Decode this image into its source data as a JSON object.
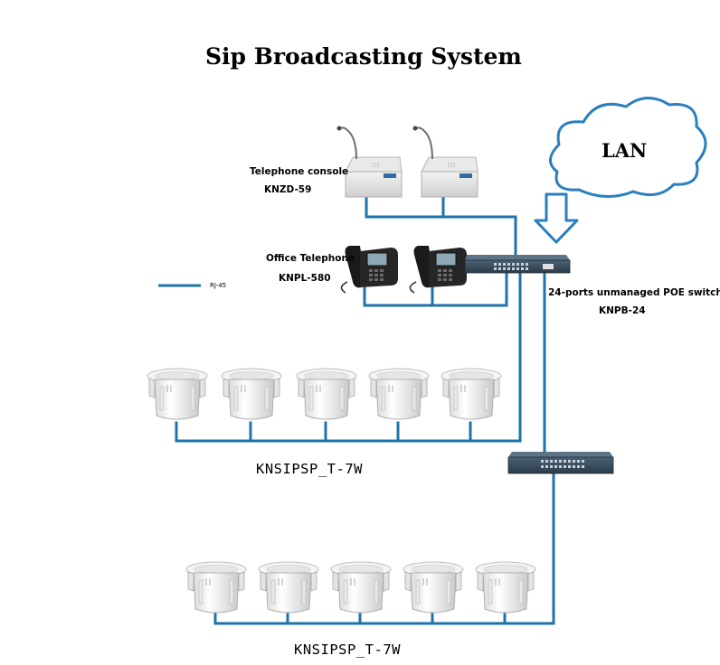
{
  "title": "Sip Broadcasting System",
  "lan": {
    "label": "LAN"
  },
  "legend": {
    "label": "RJ-45"
  },
  "console": {
    "label": "Telephone console",
    "model": "KNZD-59"
  },
  "phone": {
    "label": "Office Telephone",
    "model": "KNPL-580"
  },
  "switch": {
    "label": "24-ports unmanaged POE switch",
    "model": "KNPB-24"
  },
  "speakers_row1": {
    "model": "KNSIPSP_T-7W"
  },
  "speakers_row2": {
    "model": "KNSIPSP_T-7W"
  },
  "colors": {
    "cable": "#1e73a8",
    "arrow": "#2a7fbf",
    "switch": "#34495e"
  }
}
